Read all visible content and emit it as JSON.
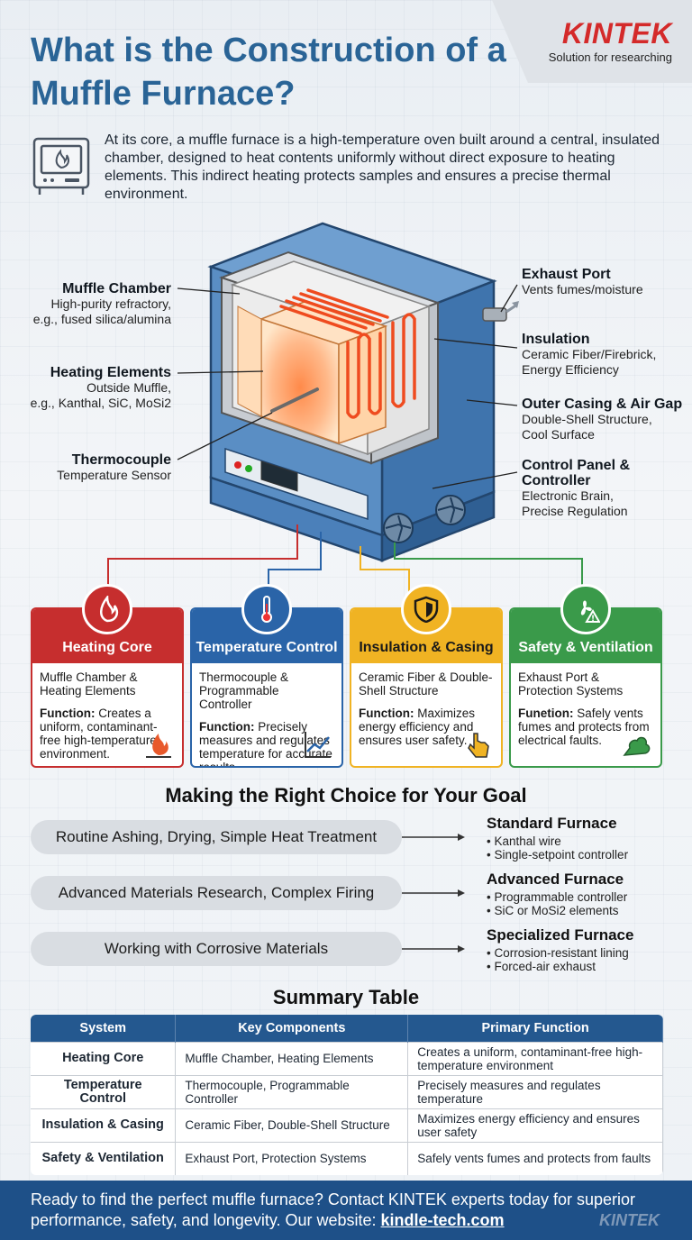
{
  "brand": {
    "name": "KINTEK",
    "tagline": "Solution for researching"
  },
  "title": "What is the Construction of a Muffle Furnace?",
  "intro": "At its core, a muffle furnace is a high-temperature oven built around a central, insulated chamber, designed to heat contents uniformly without direct exposure to heating elements. This indirect heating protects samples and ensures a precise thermal environment.",
  "callouts": {
    "muffle": {
      "title": "Muffle Chamber",
      "sub1": "High-purity refractory,",
      "sub2": "e.g., fused silica/alumina"
    },
    "heating": {
      "title": "Heating Elements",
      "sub1": "Outside Muffle,",
      "sub2": "e.g., Kanthal, SiC, MoSi2"
    },
    "thermo": {
      "title": "Thermocouple",
      "sub1": "Temperature Sensor"
    },
    "exhaust": {
      "title": "Exhaust Port",
      "sub1": "Vents fumes/moisture"
    },
    "insulation": {
      "title": "Insulation",
      "sub1": "Ceramic Fiber/Firebrick,",
      "sub2": "Energy Efficiency"
    },
    "casing": {
      "title": "Outer Casing & Air Gap",
      "sub1": "Double-Shell Structure,",
      "sub2": "Cool Surface"
    },
    "control": {
      "title1": "Control Panel &",
      "title2": "Controller",
      "sub1": "Electronic Brain,",
      "sub2": "Precise Regulation"
    }
  },
  "cards": [
    {
      "title": "Heating Core",
      "sub": "Muffle Chamber & Heating Elements",
      "fn_label": "Function:",
      "fn": "Creates a uniform, contaminant-free high-temperature environment.",
      "color": "#c62e2e",
      "icon": "flame-icon"
    },
    {
      "title": "Temperature Control",
      "sub": "Thermocouple & Programmable Controller",
      "fn_label": "Function:",
      "fn": "Precisely measures and regulates temperature for accurate results.",
      "color": "#2a64a8",
      "icon": "thermometer-icon"
    },
    {
      "title": "Insulation & Casing",
      "sub": "Ceramic Fiber & Double-Shell Structure",
      "fn_label": "Function:",
      "fn": "Maximizes energy efficiency and ensures user safety.",
      "color": "#f0b323",
      "icon": "shield-icon"
    },
    {
      "title": "Safety & Ventilation",
      "sub": "Exhaust Port & Protection Systems",
      "fn_label": "Funetion:",
      "fn": "Safely vents fumes and protects from electrical faults.",
      "color": "#3a9a4a",
      "icon": "fan-warning-icon"
    }
  ],
  "choice": {
    "title": "Making the Right Choice for Your Goal",
    "rows": [
      {
        "goal": "Routine Ashing, Drying, Simple Heat Treatment",
        "option": "Standard Furnace",
        "items": [
          "Kanthal wire",
          "Single-setpoint controller"
        ]
      },
      {
        "goal": "Advanced Materials Research, Complex Firing",
        "option": "Advanced Furnace",
        "items": [
          "Programmable controller",
          "SiC or MoSi2 elements"
        ]
      },
      {
        "goal": "Working with Corrosive Materials",
        "option": "Specialized Furnace",
        "items": [
          "Corrosion-resistant lining",
          "Forced-air exhaust"
        ]
      }
    ]
  },
  "table": {
    "title": "Summary Table",
    "headers": [
      "System",
      "Key Components",
      "Primary Function"
    ],
    "rows": [
      [
        "Heating Core",
        "Muffle Chamber, Heating Elements",
        "Creates a uniform, contaminant-free high-temperature environment"
      ],
      [
        "Temperature Control",
        "Thermocouple, Programmable Controller",
        "Precisely measures and regulates temperature"
      ],
      [
        "Insulation & Casing",
        "Ceramic Fiber, Double-Shell Structure",
        "Maximizes energy efficiency and ensures user safety"
      ],
      [
        "Safety & Ventilation",
        "Exhaust Port, Protection Systems",
        "Safely vents fumes and protects from faults"
      ]
    ]
  },
  "footer": {
    "text": "Ready to find the perfect muffle furnace? Contact KINTEK experts today for superior performance, safety, and longevity. Our website: ",
    "link": "kindle-tech.com",
    "brand": "KINTEK"
  }
}
